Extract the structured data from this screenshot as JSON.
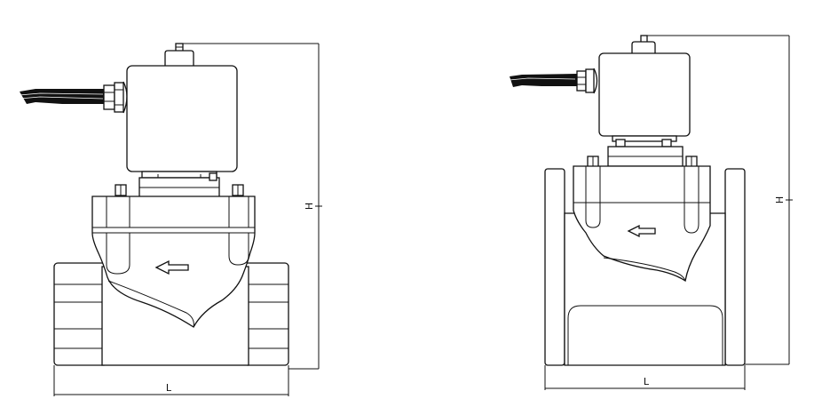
{
  "figure": {
    "left_valve": {
      "height_label": "H",
      "length_label": "L",
      "connection": "threaded"
    },
    "right_valve": {
      "height_label": "H",
      "length_label": "L",
      "connection": "flanged"
    }
  },
  "colors": {
    "line": "#111111",
    "background": "#ffffff"
  }
}
